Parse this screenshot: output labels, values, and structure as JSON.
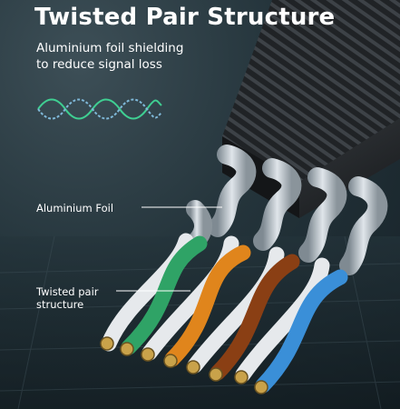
{
  "header": {
    "title": "Twisted Pair Structure",
    "subtitle_line1": "Aluminium foil shielding",
    "subtitle_line2": "to reduce signal loss"
  },
  "labels": {
    "foil": "Aluminium Foil",
    "twisted_line1": "Twisted pair",
    "twisted_line2": "structure"
  },
  "icon": "twisted-pair-wave-icon",
  "colors": {
    "green": "#2fa366",
    "orange": "#e0851c",
    "brown": "#8a3f14",
    "blue": "#3a8fd8",
    "white_wire": "#e6e9ec",
    "foil": "#b9c3ca",
    "copper": "#c9a24a",
    "cable_jacket": "#2a2d30"
  }
}
